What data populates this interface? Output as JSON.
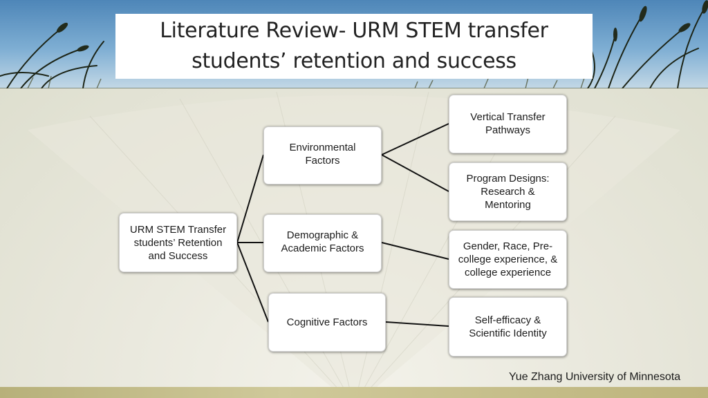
{
  "title": {
    "line1": "Literature Review- URM STEM transfer",
    "line2": "students’ retention and success"
  },
  "diagram": {
    "root": {
      "line1": "URM STEM Transfer",
      "line2": "students’ Retention",
      "line3": "and Success"
    },
    "environmental": {
      "line1": "Environmental",
      "line2": "Factors"
    },
    "demographic": {
      "line1": "Demographic &",
      "line2": "Academic Factors"
    },
    "cognitive": {
      "line1": "Cognitive Factors"
    },
    "vertical_transfer": {
      "line1": "Vertical Transfer",
      "line2": "Pathways"
    },
    "program_designs": {
      "line1": "Program Designs:",
      "line2": "Research &",
      "line3": "Mentoring"
    },
    "gender_race": {
      "line1": "Gender, Race, Pre-",
      "line2": "college experience, &",
      "line3": "college experience"
    },
    "self_efficacy": {
      "line1": "Self-efficacy &",
      "line2": "Scientific Identity"
    }
  },
  "footer": {
    "credit": "Yue Zhang University of Minnesota"
  },
  "colors": {
    "banner_sky": "#6f9fc8",
    "background": "#ecebe0",
    "node_fill": "#ffffff",
    "connector": "#111111"
  }
}
